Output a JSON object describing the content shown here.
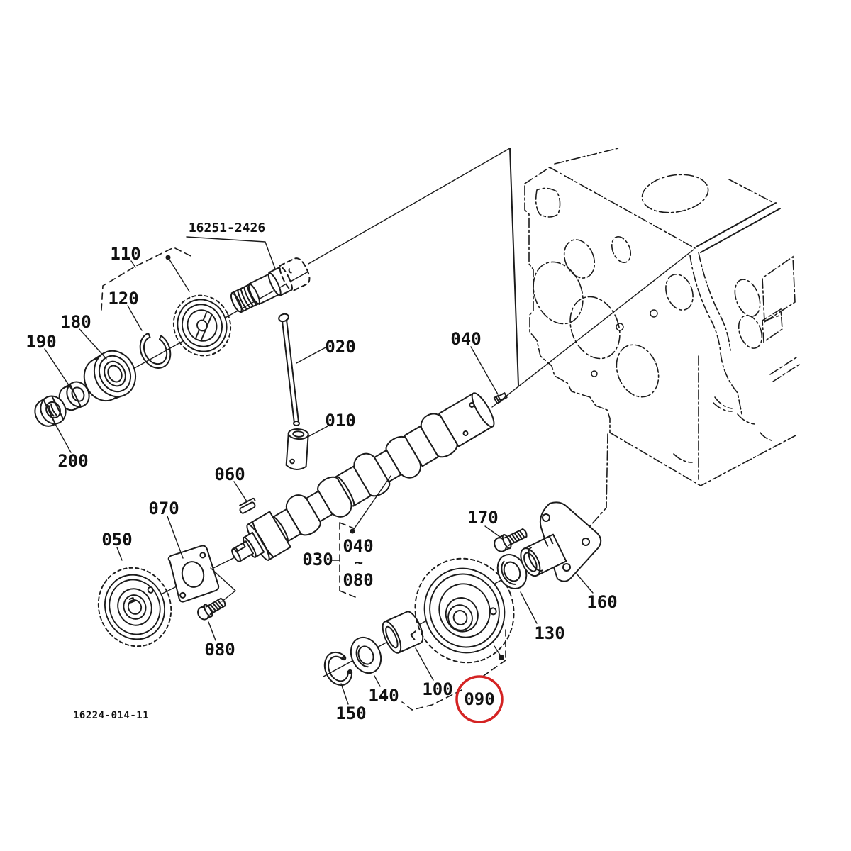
{
  "diagram": {
    "kind": "exploded-parts-diagram",
    "subject": "camshaft and timing gear assembly with engine block (phantom view)",
    "part_number_label": "16251-2426",
    "drawing_number": "16224-014-11",
    "highlight_color": "#d42323",
    "line_color": "#1b1b1b",
    "highlighted_callout": "090",
    "callouts": {
      "010": "010",
      "020": "020",
      "030": "030",
      "040_screw": "040",
      "040_range": "040",
      "range_tilde": "~",
      "050": "050",
      "060": "060",
      "070": "070",
      "080_range": "080",
      "080_bolt": "080",
      "090": "090",
      "100": "100",
      "110": "110",
      "120": "120",
      "130": "130",
      "140": "140",
      "150": "150",
      "160": "160",
      "170": "170",
      "180": "180",
      "190": "190",
      "200": "200"
    }
  }
}
